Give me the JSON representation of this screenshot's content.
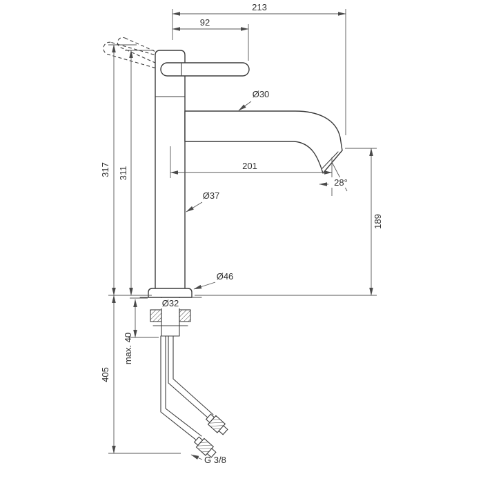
{
  "drawing": {
    "ink_color": "#3c3c3c",
    "labels": {
      "total_projection": "213",
      "handle_length": "92",
      "spout_diameter": "Ø30",
      "spout_reach": "201",
      "outlet_angle": "28°",
      "outlet_height": "189",
      "total_height": "317",
      "body_height": "311",
      "body_diameter": "Ø37",
      "base_diameter": "Ø46",
      "shank_diameter": "Ø32",
      "max_mounting_depth": "max. 40",
      "hose_length": "405",
      "connection_thread": "G 3/8"
    }
  }
}
